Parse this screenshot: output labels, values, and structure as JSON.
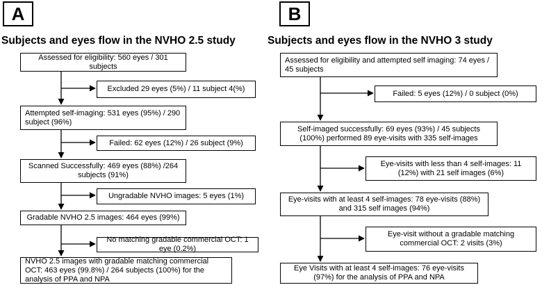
{
  "panel_a": {
    "label": "A",
    "title": "Subjects and eyes flow in the NVHO 2.5 study",
    "boxes": {
      "assessed": "Assessed for eligibility: 560 eyes / 301 subjects",
      "excluded": "Excluded 29 eyes (5%) / 11 subject 4(%)",
      "attempted": "Attempted self-imaging: 531 eyes (95%) / 290 subject (96%)",
      "failed": "Failed: 62 eyes (12%) / 26 subject (9%)",
      "scanned": "Scanned Successfully: 469 eyes (88%) /264 subjects (91%)",
      "ungradable": "Ungradable NVHO images: 5 eyes (1%)",
      "gradable": "Gradable NVHO 2.5 images: 464 eyes (99%)",
      "no_matching": "No matching gradable commercial OCT: 1 eye (0.2%)",
      "final": "NVHO 2.5 images with gradable matching commercial OCT: 463 eyes (99.8%) / 264 subjects (100%) for the analysis of PPA and NPA"
    }
  },
  "panel_b": {
    "label": "B",
    "title": "Subjects and eyes flow in the NVHO 3 study",
    "boxes": {
      "assessed": "Assessed for eligibility and attempted self imaging: 74 eyes / 45 subjects",
      "failed": "Failed: 5 eyes (12%) / 0 subject (0%)",
      "self_imaged": "Self-imaged successfully: 69 eyes (93%) / 45 subjects (100%) performed 89 eye-visits with 335 self-images",
      "less_than_4": "Eye-visits with less than 4 self-images: 11 (12%) with 21 self images (6%)",
      "at_least_4": "Eye-visits with at least 4 self-images: 78 eye-visits (88%) and 315 self images (94%)",
      "without_gradable": "Eye-visit without a gradable matching commercial OCT: 2 visits (3%)",
      "final": "Eye Visits with at least 4 self-images: 76 eye-visits (97%) for the analysis of PPA and NPA"
    }
  }
}
